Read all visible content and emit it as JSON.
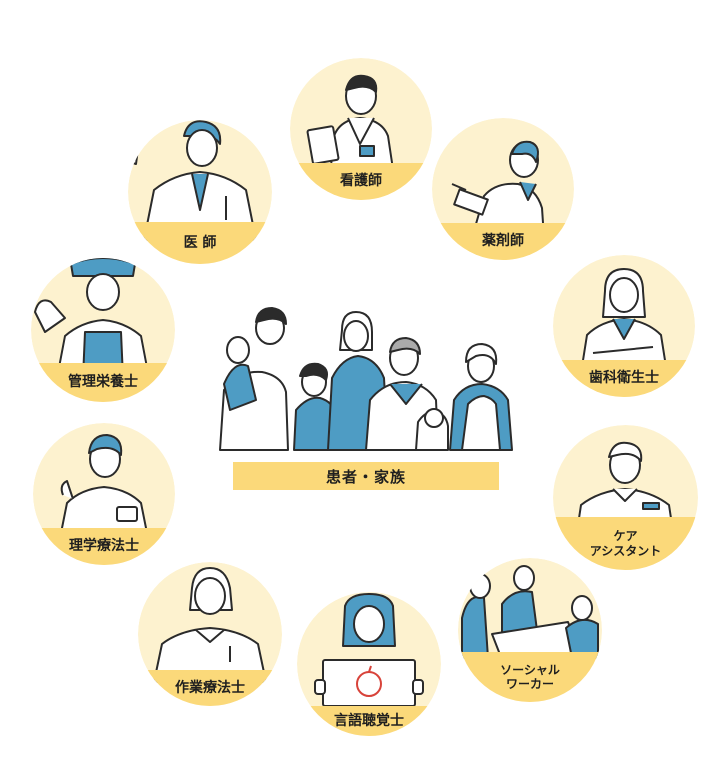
{
  "colors": {
    "circle_bg": "#fdf2cf",
    "band": "#fbd97a",
    "line": "#2b2b2b",
    "accent": "#4e9cc4",
    "skin": "#ffffff"
  },
  "center": {
    "label": "患者・家族"
  },
  "roles": [
    {
      "id": "nurse",
      "label": "看護師",
      "icon": "nurse-illustration"
    },
    {
      "id": "pharmacist",
      "label": "薬剤師",
      "icon": "pharmacist-illustration"
    },
    {
      "id": "dental-hygienist",
      "label": "歯科衛生士",
      "icon": "dental-hygienist-illustration"
    },
    {
      "id": "care-assistant",
      "label": "ケア\nアシスタント",
      "icon": "care-assistant-illustration"
    },
    {
      "id": "social-worker",
      "label": "ソーシャル\nワーカー",
      "icon": "social-worker-illustration"
    },
    {
      "id": "speech-therapist",
      "label": "言語聴覚士",
      "icon": "speech-therapist-illustration"
    },
    {
      "id": "occupational-therapist",
      "label": "作業療法士",
      "icon": "occupational-therapist-illustration"
    },
    {
      "id": "physical-therapist",
      "label": "理学療法士",
      "icon": "physical-therapist-illustration"
    },
    {
      "id": "dietitian",
      "label": "管理栄養士",
      "icon": "dietitian-illustration"
    },
    {
      "id": "doctor",
      "label": "医 師",
      "icon": "doctor-illustration"
    }
  ]
}
